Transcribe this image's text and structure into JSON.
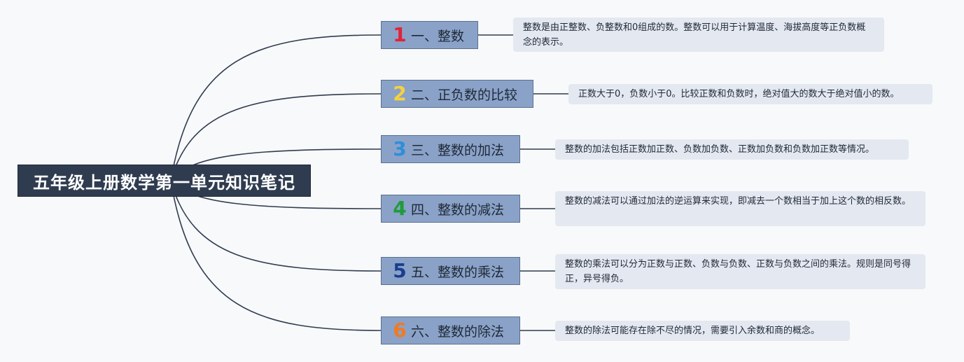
{
  "root": {
    "title": "五年级上册数学第一单元知识笔记"
  },
  "branches": [
    {
      "number": "1",
      "number_color": "#e02437",
      "title": "一、整数",
      "note": "整数是由正整数、负整数和0组成的数。整数可以用于计算温度、海拔高度等正负数概念的表示。"
    },
    {
      "number": "2",
      "number_color": "#f5d23c",
      "title": "二、正负数的比较",
      "note": "正数大于0，负数小于0。比较正数和负数时，绝对值大的数大于绝对值小的数。"
    },
    {
      "number": "3",
      "number_color": "#2f8ed8",
      "title": "三、整数的加法",
      "note": "整数的加法包括正数加正数、负数加负数、正数加负数和负数加正数等情况。"
    },
    {
      "number": "4",
      "number_color": "#1f9b3a",
      "title": "四、整数的减法",
      "note": "整数的减法可以通过加法的逆运算来实现，即减去一个数相当于加上这个数的相反数。"
    },
    {
      "number": "5",
      "number_color": "#1a3e8c",
      "title": "五、整数的乘法",
      "note": "整数的乘法可以分为正数与正数、负数与负数、正数与负数之间的乘法。规则是同号得正，异号得负。"
    },
    {
      "number": "6",
      "number_color": "#f07a22",
      "title": "六、整数的除法",
      "note": "整数的除法可能存在除不尽的情况，需要引入余数和商的概念。"
    }
  ],
  "colors": {
    "connector": "#2f3c50",
    "root_bg": "#2f3c50",
    "branch_bg": "#8aa2c8",
    "note_bg": "#e4e8f0"
  }
}
